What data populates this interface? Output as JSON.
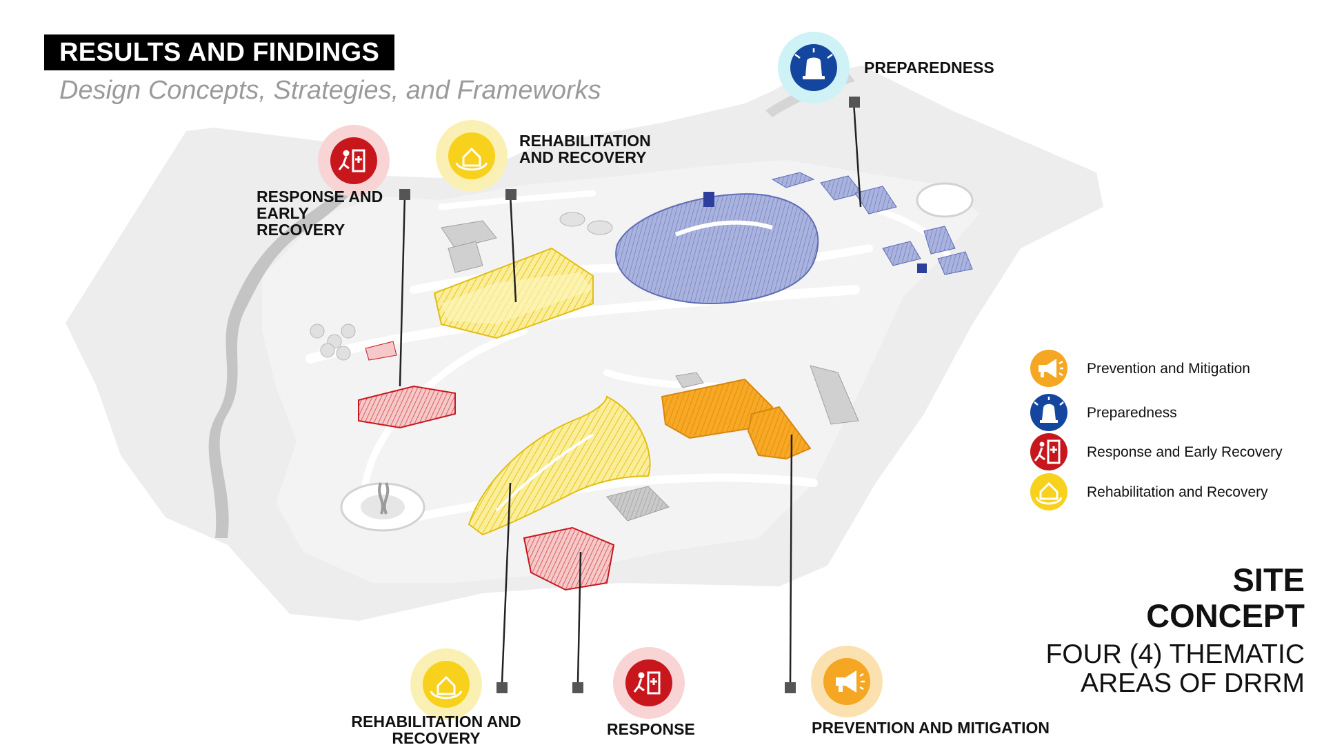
{
  "header": {
    "title": "RESULTS AND FINDINGS",
    "subtitle": "Design Concepts, Strategies, and Frameworks"
  },
  "callouts": {
    "preparedness_top": "PREPAREDNESS",
    "rehab_top": "REHABILITATION\nAND RECOVERY",
    "response_top": "RESPONSE AND\nEARLY\nRECOVERY",
    "rehab_bottom": "REHABILITATION AND\nRECOVERY",
    "response_bottom": "RESPONSE",
    "prevention_bottom": "PREVENTION AND MITIGATION"
  },
  "legend": [
    {
      "label": "Prevention and Mitigation",
      "icon": "megaphone-icon",
      "color": "#F5A623"
    },
    {
      "label": "Preparedness",
      "icon": "siren-icon",
      "color": "#1446A0"
    },
    {
      "label": "Response and Early Recovery",
      "icon": "emergency-exit-icon",
      "color": "#C8161D"
    },
    {
      "label": "Rehabilitation and Recovery",
      "icon": "house-hands-icon",
      "color": "#F7D11B"
    }
  ],
  "footer": {
    "site_concept": "SITE\nCONCEPT",
    "thematic": "FOUR (4) THEMATIC\nAREAS OF DRRM"
  },
  "colors": {
    "prevention": "#F5A623",
    "preparedness": "#1446A0",
    "response": "#C8161D",
    "rehabilitation": "#F7D11B",
    "site_gray": "#E6E6E6"
  }
}
